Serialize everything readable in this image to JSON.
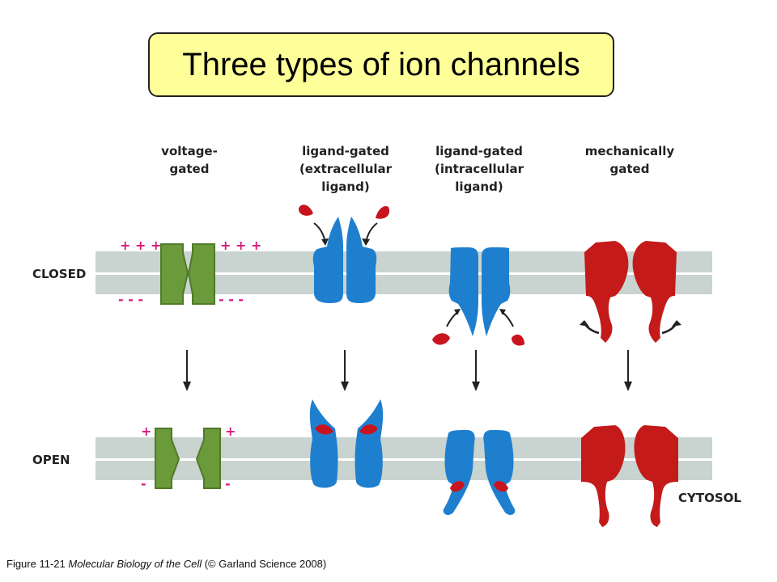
{
  "title": "Three types of ion channels",
  "column_labels": {
    "voltage": [
      "voltage-",
      "gated"
    ],
    "ligand_extra": [
      "ligand-gated",
      "(extracellular",
      "ligand)"
    ],
    "ligand_intra": [
      "ligand-gated",
      "(intracellular",
      "ligand)"
    ],
    "mechanical": [
      "mechanically",
      "gated"
    ]
  },
  "row_labels": {
    "closed": "CLOSED",
    "open": "OPEN"
  },
  "side_label": "CYTOSOL",
  "charges": {
    "positive_closed": "+ + +",
    "negative_closed": "- - -",
    "positive_open": "+",
    "negative_open": "-"
  },
  "caption": {
    "figure": "Figure 11-21 ",
    "book": "Molecular Biology of the Cell",
    "rest": " (© Garland Science 2008)"
  },
  "colors": {
    "title_bg": "#ffff99",
    "membrane": "#c9d3cf",
    "voltage_protein": "#6a9a3a",
    "ligand_protein": "#1f7fcf",
    "mechanical_protein": "#c41a1a",
    "ligand": "#c8141e",
    "charge": "#d81b7a"
  }
}
